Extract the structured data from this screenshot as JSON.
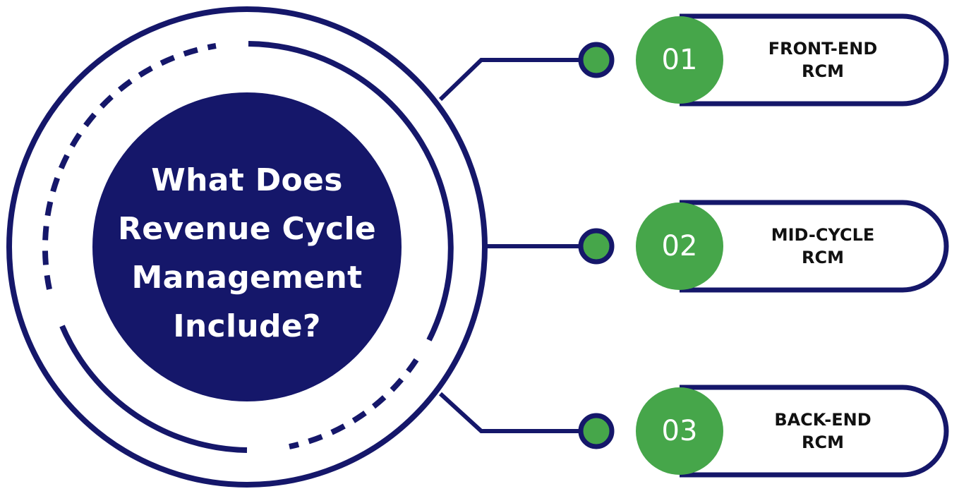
{
  "center": {
    "title_lines": [
      "What Does",
      "Revenue Cycle",
      "Management",
      "Include?"
    ]
  },
  "items": [
    {
      "number": "01",
      "label_lines": [
        "FRONT-END",
        "RCM"
      ]
    },
    {
      "number": "02",
      "label_lines": [
        "MID-CYCLE",
        "RCM"
      ]
    },
    {
      "number": "03",
      "label_lines": [
        "BACK-END",
        "RCM"
      ]
    }
  ],
  "colors": {
    "navy": "#15176a",
    "green": "#46a64a",
    "text_dark": "#111111",
    "white": "#ffffff"
  }
}
